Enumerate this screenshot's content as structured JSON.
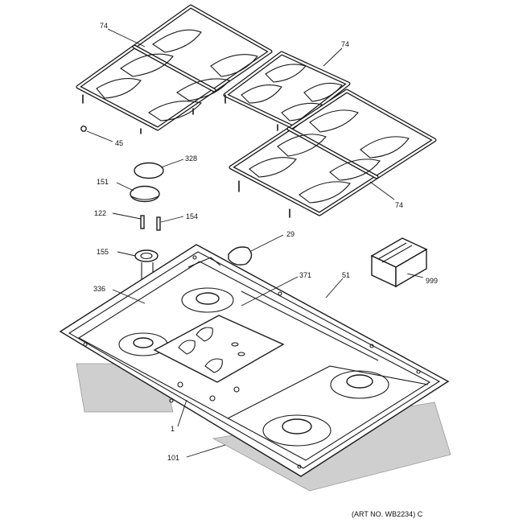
{
  "diagram": {
    "labels": {
      "grate_a": "74",
      "grate_b": "74",
      "grate_c": "74",
      "foot": "45",
      "cap_328": "328",
      "cap_151": "151",
      "pin_122": "122",
      "pin_154": "154",
      "seal_155": "155",
      "ring_336": "336",
      "knob_29": "29",
      "grommet_371": "371",
      "cooktop_51": "51",
      "box_999": "999",
      "control_1": "1",
      "pad_101": "101"
    },
    "art_no": "(ART NO. WB2234) C"
  }
}
